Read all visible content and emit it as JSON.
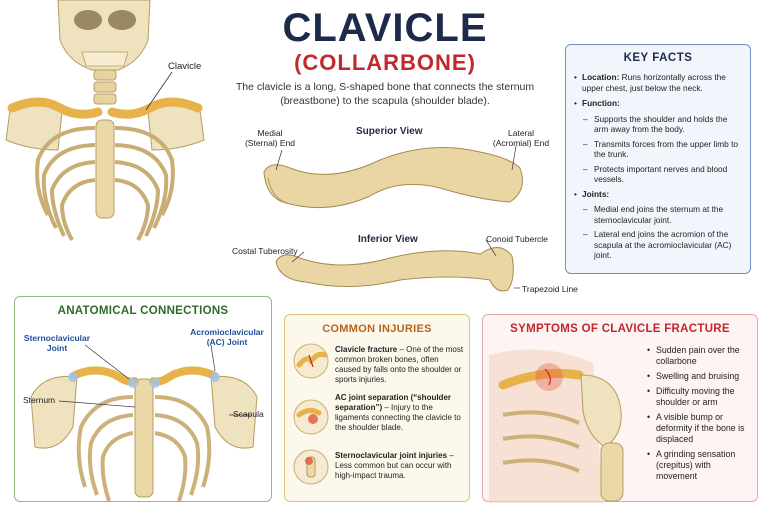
{
  "header": {
    "title": "CLAVICLE",
    "subtitle": "(COLLARBONE)",
    "intro": "The clavicle is a long, S-shaped bone that connects the sternum (breastbone) to the scapula (shoulder blade)."
  },
  "skeleton_figure": {
    "label": "Clavicle"
  },
  "superior_view": {
    "title": "Superior View",
    "medial_label": "Medial\n(Sternal) End",
    "lateral_label": "Lateral\n(Acromial) End"
  },
  "inferior_view": {
    "title": "Inferior View",
    "costal_label": "Costal Tuberosity",
    "conoid_label": "Conoid Tubercle",
    "trapezoid_label": "Trapezoid Line"
  },
  "key_facts": {
    "title": "KEY FACTS",
    "location_label": "Location:",
    "location_text": " Runs horizontally across the upper chest, just below the neck.",
    "function_label": "Function:",
    "functions": [
      "Supports the shoulder and holds the arm away from the body.",
      "Transmits forces from the upper limb to the trunk.",
      "Protects important nerves and blood vessels."
    ],
    "joints_label": "Joints:",
    "joints": [
      "Medial end joins the sternum at the sternoclavicular joint.",
      "Lateral end joins the acromion of the scapula at the acromioclavicular (AC) joint."
    ]
  },
  "anatomical_connections": {
    "title": "ANATOMICAL CONNECTIONS",
    "sc_joint": "Sternoclavicular\nJoint",
    "ac_joint": "Acromioclavicular\n(AC) Joint",
    "sternum": "Sternum",
    "scapula": "Scapula"
  },
  "common_injuries": {
    "title": "COMMON INJURIES",
    "items": [
      {
        "name": "Clavicle fracture",
        "text": " – One of the most common broken bones, often caused by falls onto the shoulder or sports injuries."
      },
      {
        "name": "AC joint separation (“shoulder separation”)",
        "text": " – Injury to the ligaments connecting the clavicle to the shoulder blade."
      },
      {
        "name": "Sternoclavicular joint injuries",
        "text": " – Less common but can occur with high-impact trauma."
      }
    ]
  },
  "symptoms": {
    "title": "SYMPTOMS OF CLAVICLE FRACTURE",
    "items": [
      "Sudden pain over the collarbone",
      "Swelling and bruising",
      "Difficulty moving the shoulder or arm",
      "A visible bump or deformity if the bone is displaced",
      "A grinding sensation (crepitus) with movement"
    ]
  },
  "colors": {
    "navy": "#1c2b4a",
    "red": "#c2272d",
    "bone": "#ecd9a8",
    "highlight_bone": "#e8b24a",
    "green": "#2e6b2a",
    "orange": "#b5651d"
  }
}
